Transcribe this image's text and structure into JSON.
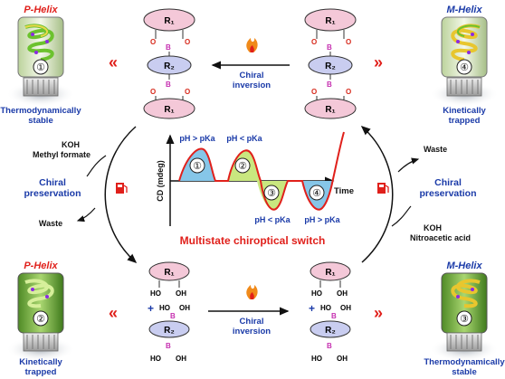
{
  "states": {
    "s1": {
      "helix": "P-Helix",
      "number": "①",
      "caption_line1": "Thermodynamically",
      "caption_line2": "stable"
    },
    "s4": {
      "helix": "M-Helix",
      "number": "④",
      "caption_line1": "Kinetically",
      "caption_line2": "trapped"
    },
    "s2": {
      "helix": "P-Helix",
      "number": "②",
      "caption_line1": "Kinetically",
      "caption_line2": "trapped"
    },
    "s3": {
      "helix": "M-Helix",
      "number": "③",
      "caption_line1": "Thermodynamically",
      "caption_line2": "stable"
    }
  },
  "top_arrow": {
    "line1": "Chiral",
    "line2": "inversion"
  },
  "bottom_arrow": {
    "line1": "Chiral",
    "line2": "inversion"
  },
  "left_cycle": {
    "reagent1": "KOH",
    "reagent2": "Methyl formate",
    "title1": "Chiral",
    "title2": "preservation",
    "byproduct": "Waste"
  },
  "right_cycle": {
    "byproduct": "Waste",
    "title1": "Chiral",
    "title2": "preservation",
    "reagent1": "KOH",
    "reagent2": "Nitroacetic acid"
  },
  "molecules": {
    "r1": "R₁",
    "r2": "R₂",
    "boron": "B",
    "oxygen": "O",
    "ho": "HO",
    "oh": "OH",
    "plus": "+"
  },
  "chevron": "«",
  "chevron_right": "»",
  "graph": {
    "ylabel": "CD (mdeg)",
    "xlabel": "Time",
    "peaks": [
      {
        "num": "①",
        "label": "pH > pKa"
      },
      {
        "num": "②",
        "label": "pH < pKa"
      },
      {
        "num": "③",
        "label": "pH < pKa"
      },
      {
        "num": "④",
        "label": "pH > pKa"
      }
    ]
  },
  "title": "Multistate chiroptical switch",
  "colors": {
    "p_helix": "#e0201b",
    "m_helix": "#1a3aa8",
    "caption": "#1a3aa8",
    "title": "#e0201b",
    "ring_pink": "#f4c8d8",
    "ring_blue": "#c9cdf0",
    "boron": "#c62fb0",
    "oxygen": "#d72a1c",
    "peak_blue": "#86c6e8",
    "peak_green": "#c9e77f",
    "curve": "#e0201b"
  }
}
